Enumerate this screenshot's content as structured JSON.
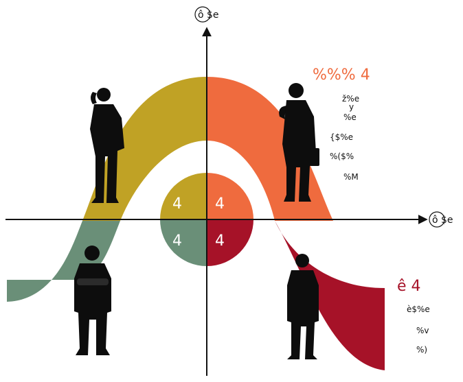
{
  "axes": {
    "y_label": "ô $e",
    "x_label": "ô $e"
  },
  "quadrants": {
    "top_left_number": "4",
    "top_right_number": "4",
    "bottom_left_number": "4",
    "bottom_right_number": "4"
  },
  "top_right_block": {
    "title": "%%% 4",
    "lines": [
      "ž%e",
      "y",
      "%e",
      "{$%e",
      "%($%",
      "%M"
    ]
  },
  "bottom_right_block": {
    "title": "ê 4",
    "lines": [
      "è$%e",
      "%v",
      "%)"
    ]
  },
  "colors": {
    "olive": "#C0A225",
    "orange": "#EF6B3E",
    "sage": "#6A8F78",
    "crimson": "#A61228",
    "silhouette": "#0d0d0d"
  },
  "icons": {
    "top_left": "businessman-phone-icon",
    "top_right": "businessman-briefcase-icon",
    "bottom_left": "businessman-arms-crossed-icon",
    "bottom_right": "businessman-standing-icon"
  }
}
